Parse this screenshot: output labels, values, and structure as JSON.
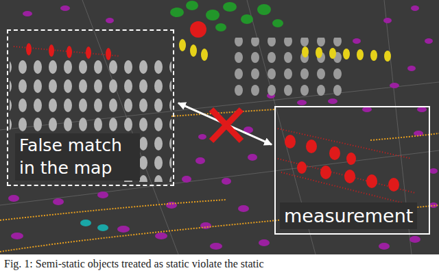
{
  "diagram": {
    "caption": "Fig. 1: Semi-static objects treated as static violate the static",
    "nodes": [
      {
        "text": [
          "False match in the map"
        ]
      },
      {
        "text": [
          "measurement"
        ]
      }
    ],
    "edges": [
      {
        "from": 0,
        "to": 1,
        "arrow": "both"
      }
    ]
  }
}
